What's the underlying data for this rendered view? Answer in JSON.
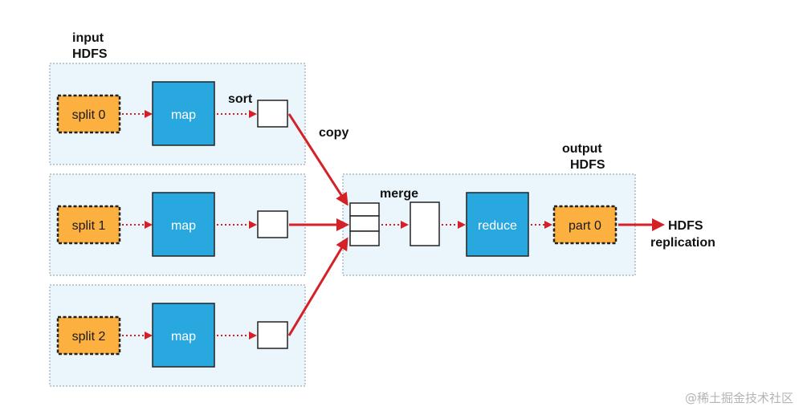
{
  "labels": {
    "input_line1": "input",
    "input_line2": "HDFS",
    "output_line1": "output",
    "output_line2": "HDFS",
    "sort": "sort",
    "copy": "copy",
    "merge": "merge",
    "hdfs_replication_line1": "HDFS",
    "hdfs_replication_line2": "replication"
  },
  "map_tasks": [
    {
      "split": "split 0",
      "task": "map"
    },
    {
      "split": "split 1",
      "task": "map"
    },
    {
      "split": "split 2",
      "task": "map"
    }
  ],
  "reduce_task": {
    "task": "reduce",
    "output": "part 0"
  },
  "watermark": "@稀土掘金技术社区",
  "colors": {
    "task_fill": "#29a8e0",
    "split_fill": "#fbb040",
    "arrow": "#d42026",
    "panel_fill": "#eaf6fb",
    "panel_border": "#8a9aa4"
  }
}
